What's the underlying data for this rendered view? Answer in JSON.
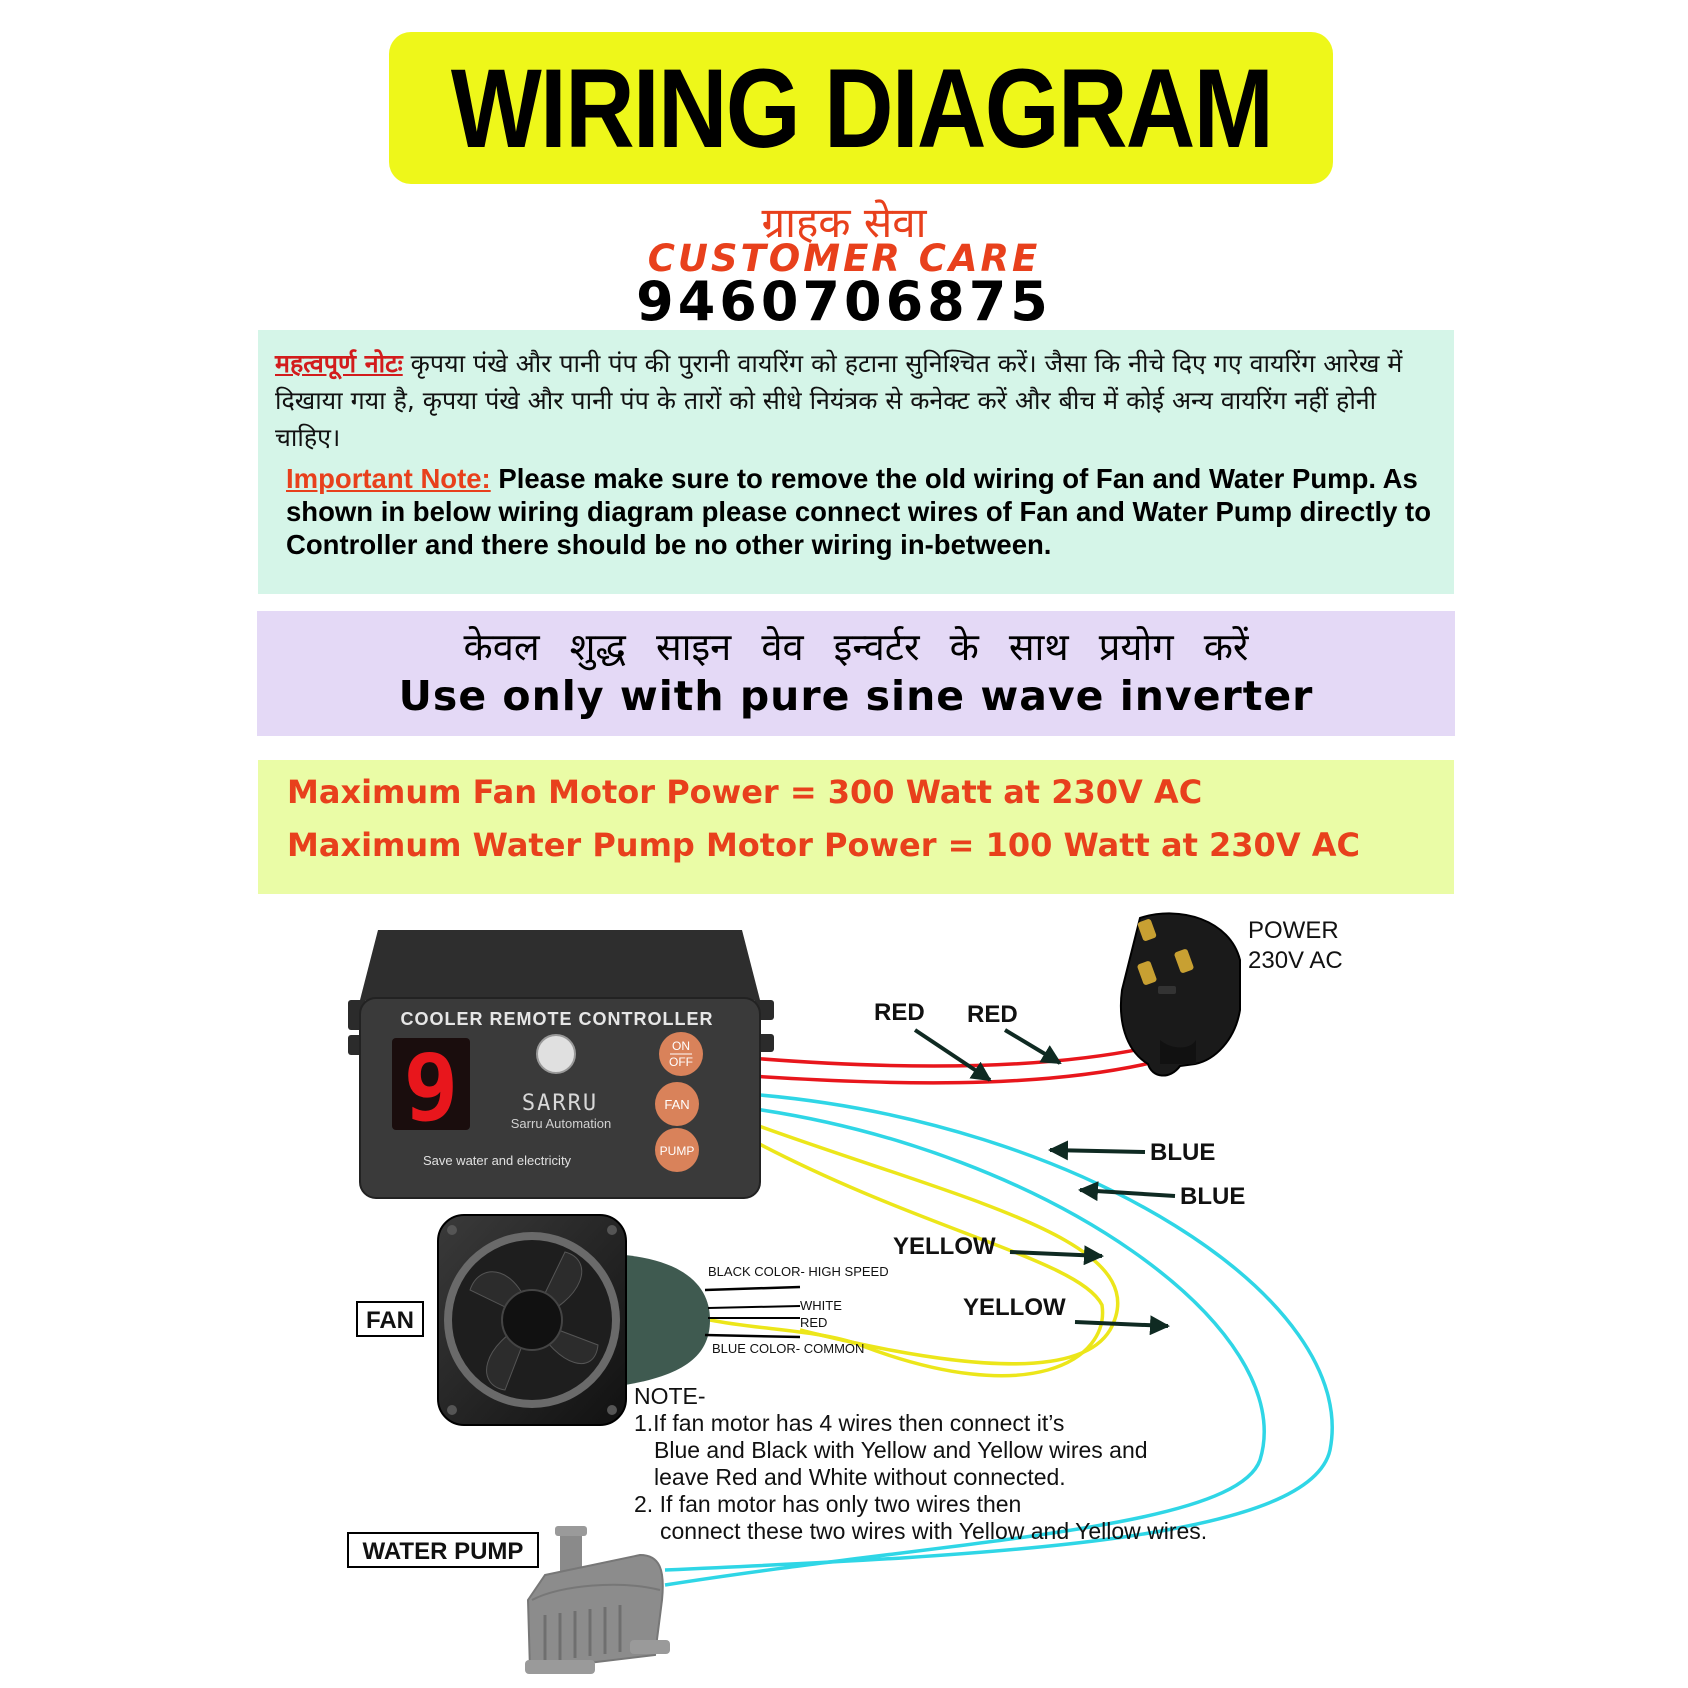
{
  "title": "WIRING DIAGRAM",
  "customer_care": {
    "hindi": "ग्राहक सेवा",
    "english": "CUSTOMER CARE",
    "phone": "9460706875"
  },
  "important_note": {
    "hindi_label": "महत्वपूर्ण नोटः",
    "hindi_text": " कृपया पंखे और पानी पंप की पुरानी वायरिंग को हटाना सुनिश्चित करें। जैसा कि नीचे दिए गए वायरिंग आरेख में दिखाया गया है, कृपया पंखे और पानी पंप के तारों को सीधे नियंत्रक से कनेक्ट करें और बीच में कोई अन्य वायरिंग नहीं होनी चाहिए।",
    "english_label": "Important Note:",
    "english_text": " Please make sure to remove the old wiring of Fan and Water Pump. As shown in below wiring diagram please connect wires of Fan and Water Pump directly to Controller and there should be no other wiring in-between."
  },
  "inverter": {
    "hindi": "केवल शुद्ध साइन वेव इन्वर्टर के साथ प्रयोग करें",
    "english": "Use only with pure sine wave inverter"
  },
  "power_limits": {
    "fan": "Maximum Fan Motor Power = 300 Watt at 230V AC",
    "pump": "Maximum Water Pump Motor Power = 100 Watt at 230V AC"
  },
  "controller": {
    "title": "COOLER REMOTE CONTROLLER",
    "display_digit": "9",
    "brand": "SARRU",
    "brand_sub": "Sarru Automation",
    "tagline": "Save water and electricity",
    "btn_on": "ON",
    "btn_off": "OFF",
    "btn_fan": "FAN",
    "btn_pump": "PUMP"
  },
  "power_plug": {
    "line1": "POWER",
    "line2": "230V AC"
  },
  "wire_labels": {
    "red1": "RED",
    "red2": "RED",
    "blue1": "BLUE",
    "blue2": "BLUE",
    "yellow1": "YELLOW",
    "yellow2": "YELLOW"
  },
  "fan": {
    "label": "FAN",
    "wire_black": "BLACK COLOR- HIGH SPEED",
    "wire_white": "WHITE",
    "wire_red": "RED",
    "wire_blue": "BLUE COLOR- COMMON"
  },
  "note": {
    "heading": "NOTE-",
    "l1": "1.If fan motor has 4 wires then connect it’s",
    "l2": "Blue and Black with Yellow and Yellow wires and",
    "l3": "leave Red and White without connected.",
    "l4": "2. If fan motor has only two wires then",
    "l5": "connect these two wires with Yellow and Yellow wires."
  },
  "water_pump": {
    "label": "WATER PUMP"
  },
  "colors": {
    "banner": "#eef71a",
    "accent": "#e8401c",
    "wire_red": "#e8161c",
    "wire_blue": "#2fd6e6",
    "wire_yellow": "#ece61a"
  }
}
